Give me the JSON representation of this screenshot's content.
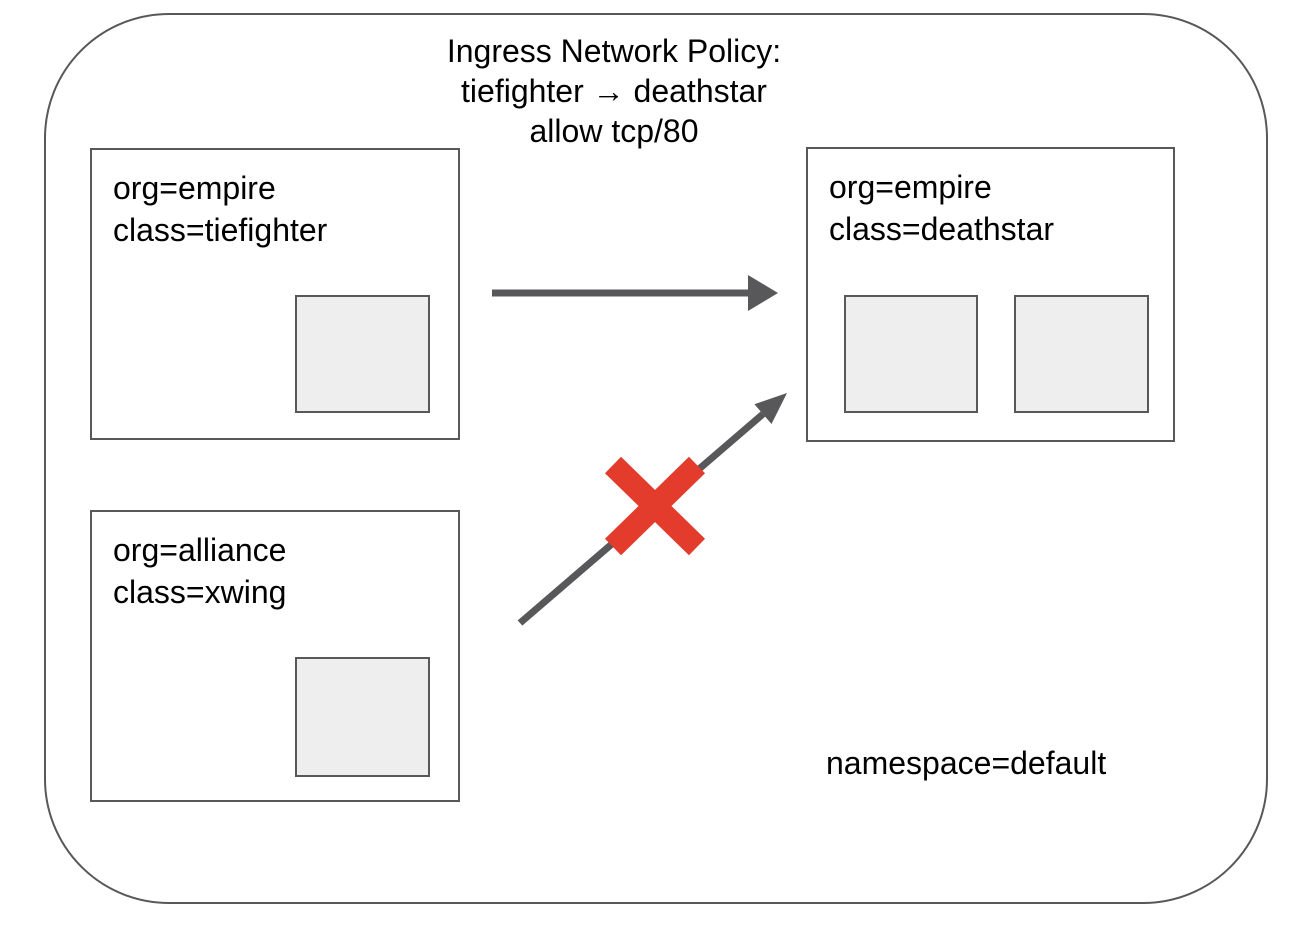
{
  "title": {
    "line1": "Ingress Network Policy:",
    "line2": "tiefighter → deathstar",
    "line3": "allow tcp/80"
  },
  "namespace_label": "namespace=default",
  "nodes": {
    "tiefighter": {
      "org": "org=empire",
      "class": "class=tiefighter",
      "pod_count": 1
    },
    "deathstar": {
      "org": "org=empire",
      "class": "class=deathstar",
      "pod_count": 2
    },
    "xwing": {
      "org": "org=alliance",
      "class": "class=xwing",
      "pod_count": 1
    }
  },
  "edges": [
    {
      "from": "tiefighter",
      "to": "deathstar",
      "status": "allowed"
    },
    {
      "from": "xwing",
      "to": "deathstar",
      "status": "blocked"
    }
  ],
  "icons": {
    "allowed_edge": "arrow-right-icon",
    "blocked_edge": "arrow-up-right-icon",
    "blocked_mark": "x-mark-icon"
  },
  "colors": {
    "outline": "#58585a",
    "pod_fill": "#eeeeee",
    "arrow": "#58585a",
    "blocked_x": "#e33b2c",
    "text": "#000000",
    "background": "#ffffff"
  }
}
